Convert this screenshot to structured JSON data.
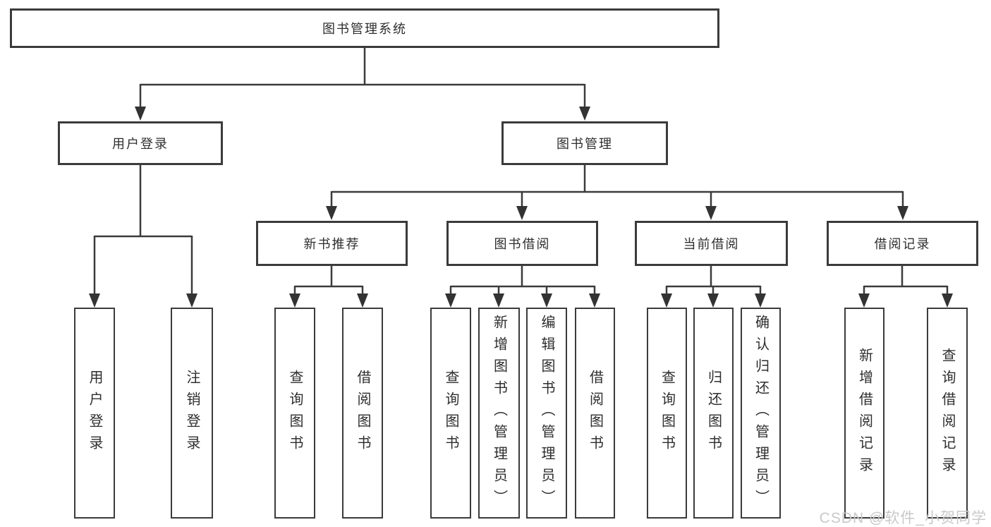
{
  "watermark": "CSDN @软件_小贺同学",
  "colors": {
    "line": "#3b3b3b",
    "border": "#3b3b3b",
    "text": "#2e2e2e",
    "box_bg": "#ffffff",
    "watermark": "#c9c9c9"
  },
  "tree": {
    "label": "图书管理系统",
    "children": [
      {
        "label": "用户登录",
        "children": [
          {
            "label": "用户登录"
          },
          {
            "label": "注销登录"
          }
        ]
      },
      {
        "label": "图书管理",
        "children": [
          {
            "label": "新书推荐",
            "children": [
              {
                "label": "查询图书"
              },
              {
                "label": "借阅图书"
              }
            ]
          },
          {
            "label": "图书借阅",
            "children": [
              {
                "label": "查询图书"
              },
              {
                "label": "新增图书（管理员）"
              },
              {
                "label": "编辑图书（管理员）"
              },
              {
                "label": "借阅图书"
              }
            ]
          },
          {
            "label": "当前借阅",
            "children": [
              {
                "label": "查询图书"
              },
              {
                "label": "归还图书"
              },
              {
                "label": "确认归还（管理员）"
              }
            ]
          },
          {
            "label": "借阅记录",
            "children": [
              {
                "label": "新增借阅记录"
              },
              {
                "label": "查询借阅记录"
              }
            ]
          }
        ]
      }
    ]
  }
}
